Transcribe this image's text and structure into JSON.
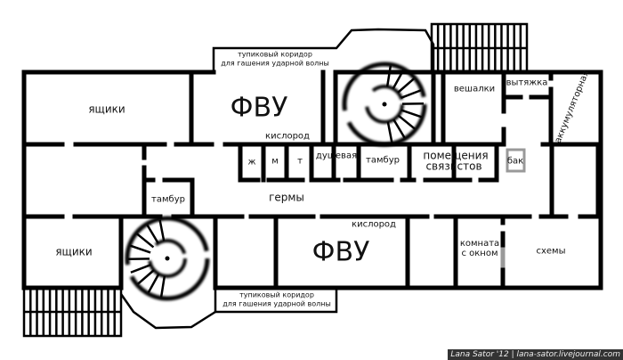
{
  "plan": {
    "rooms_top": {
      "boxes_left": "ящики",
      "fvu": "ФВУ",
      "oxygen": "кислород",
      "hangers": "вешалки",
      "exhaust": "вытяжка",
      "battery": "аккумуляторная"
    },
    "corridor_rooms": {
      "zh": "ж",
      "m": "м",
      "t": "т",
      "shower": "душевая",
      "vestibule": "тамбур",
      "signalmen_1": "помещения",
      "signalmen_2": "связистов",
      "tank": "бак"
    },
    "corridor": {
      "vestibule_left": "тамбур",
      "germs": "гермы"
    },
    "rooms_bottom": {
      "boxes_left": "ящики",
      "fvu": "ФВУ",
      "oxygen": "кислород",
      "window_room_1": "комната",
      "window_room_2": "с окном",
      "schemes": "схемы"
    },
    "dead_end_top_1": "тупиковый коридор",
    "dead_end_top_2": "для гашения ударной волны",
    "dead_end_bottom_1": "тупиковый коридор",
    "dead_end_bottom_2": "для гашения ударной волны"
  },
  "watermark": "Lana Sator '12 | lana-sator.livejournal.com",
  "colors": {
    "wall": "#000000",
    "tank": "#999999"
  }
}
